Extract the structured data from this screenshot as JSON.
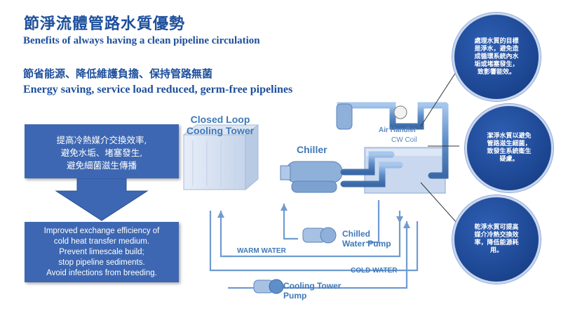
{
  "header": {
    "title_zh": "節淨流體管路水質優勢",
    "title_en": "Benefits of always having a clean pipeline circulation",
    "subtitle_zh": "節省能源、降低維護負擔、保持管路無菌",
    "subtitle_en": "Energy saving, service load reduced, germ-free pipelines"
  },
  "left_boxes": {
    "top_text": "提高冷熱媒介交換效率,\n避免水垢、堵塞發生,\n避免細菌滋生傳播",
    "bottom_text": "Improved exchange efficiency of\ncold heat transfer medium.\nPrevent limescale build;\nstop pipeline sediments.\nAvoid infections from breeding."
  },
  "diagram": {
    "cooling_tower_label": "Closed Loop\nCooling Tower",
    "chiller_label": "Chiller",
    "chilled_pump_label": "Chilled\nWater Pump",
    "cooling_pump_label": "Cooling Tower\nPump",
    "warm_water_label": "WARM WATER",
    "cold_water_label": "COLD WATER",
    "air_handler_label": "Air Handler",
    "cw_coil_label": "CW Coil"
  },
  "circles": [
    {
      "text": "處理水質的目標\n是淨水，避免造\n成循環系統內水\n垢或堵塞發生，\n致影響能效。"
    },
    {
      "text": "潔淨水質以避免\n管路滋生細菌，\n致發生系統衛生\n疑慮。"
    },
    {
      "text": "乾淨水質可提高\n媒介冷熱交換效\n率，降低能源耗\n用。"
    }
  ],
  "colors": {
    "brand_blue": "#1d4f9c",
    "box_blue": "#3d67b2",
    "pipe_blue": "#6f9bd0",
    "label_blue": "#3f79b8"
  }
}
